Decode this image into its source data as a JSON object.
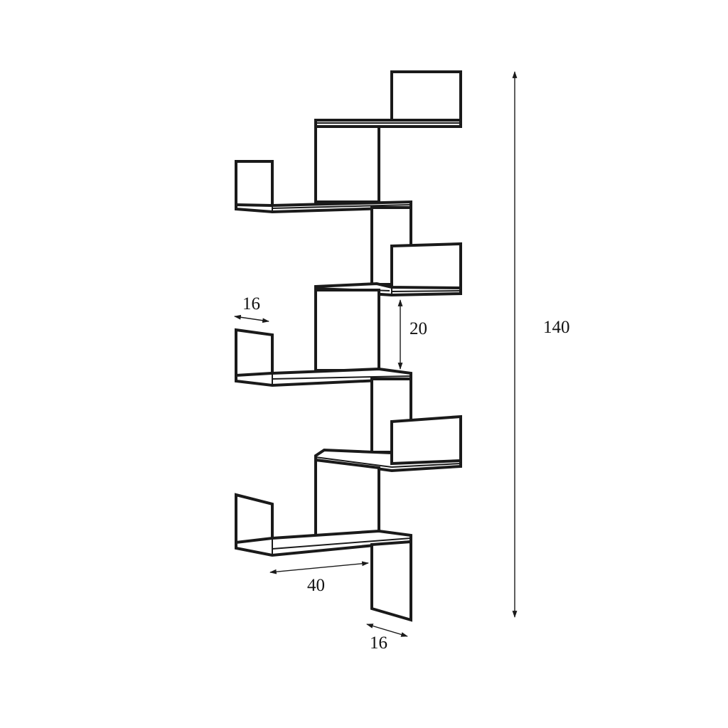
{
  "dimensions": {
    "height_label": "140",
    "spacing_label": "20",
    "depth_top_label": "16",
    "width_label": "40",
    "depth_bottom_label": "16"
  },
  "colors": {
    "line": "#1a1a1a",
    "background": "#ffffff"
  }
}
